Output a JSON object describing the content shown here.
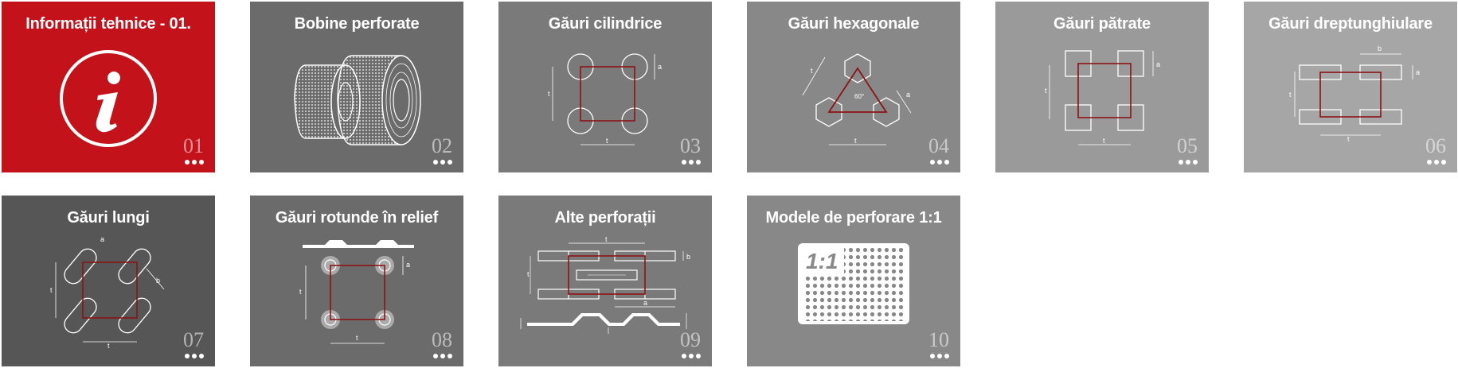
{
  "tiles": [
    {
      "title": "Informații tehnice - 01.",
      "number": "01",
      "color": "#c3121a",
      "icon": "info-icon"
    },
    {
      "title": "Bobine perforate",
      "number": "02",
      "color": "#6b6b6b",
      "icon": "perforated-coils-icon"
    },
    {
      "title": "Găuri cilindrice",
      "number": "03",
      "color": "#7a7a7a",
      "icon": "round-holes-diagram-icon"
    },
    {
      "title": "Găuri hexagonale",
      "number": "04",
      "color": "#888888",
      "icon": "hexagonal-holes-diagram-icon"
    },
    {
      "title": "Găuri pătrate",
      "number": "05",
      "color": "#9a9a9a",
      "icon": "square-holes-diagram-icon"
    },
    {
      "title": "Găuri dreptunghiulare",
      "number": "06",
      "color": "#a6a6a6",
      "icon": "rectangular-holes-diagram-icon"
    },
    {
      "title": "Găuri lungi",
      "number": "07",
      "color": "#565656",
      "icon": "slotted-holes-diagram-icon"
    },
    {
      "title": "Găuri rotunde în relief",
      "number": "08",
      "color": "#6b6b6b",
      "icon": "embossed-round-holes-diagram-icon"
    },
    {
      "title": "Alte perforații",
      "number": "09",
      "color": "#7a7a7a",
      "icon": "other-perforations-diagram-icon"
    },
    {
      "title": "Modele de perforare 1:1",
      "number": "10",
      "color": "#888888",
      "icon": "perforation-sample-icon"
    }
  ],
  "labels": {
    "t": "t",
    "a": "a",
    "b": "b",
    "angle": "60°",
    "scale": "1:1"
  }
}
